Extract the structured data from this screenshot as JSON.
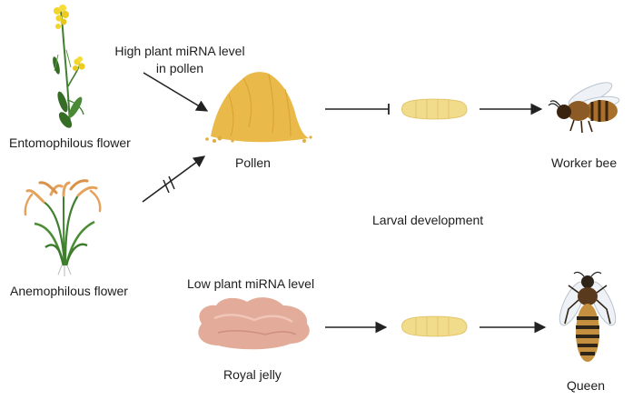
{
  "labels": {
    "high_mirna_line1": "High plant miRNA level",
    "high_mirna_line2": "in pollen",
    "entomophilous": "Entomophilous flower",
    "anemophilous": "Anemophilous flower",
    "pollen": "Pollen",
    "worker_bee": "Worker bee",
    "larval_development": "Larval development",
    "low_mirna": "Low plant miRNA level",
    "royal_jelly": "Royal jelly",
    "queen": "Queen"
  },
  "colors": {
    "pollen": "#e9b949",
    "royal_jelly": "#e3ab9a",
    "larva": "#f1dc8c",
    "stem": "#3f7f2f",
    "flower_yellow": "#f1d52b",
    "rice_panicle": "#e4a25d",
    "arrow": "#222222"
  },
  "icons": {
    "entomophilous": "entomophilous-flower-icon",
    "anemophilous": "anemophilous-flower-icon",
    "pollen": "pollen-pile-icon",
    "royal_jelly": "royal-jelly-icon",
    "larva": "larva-icon",
    "worker": "worker-bee-icon",
    "queen": "queen-bee-icon"
  }
}
